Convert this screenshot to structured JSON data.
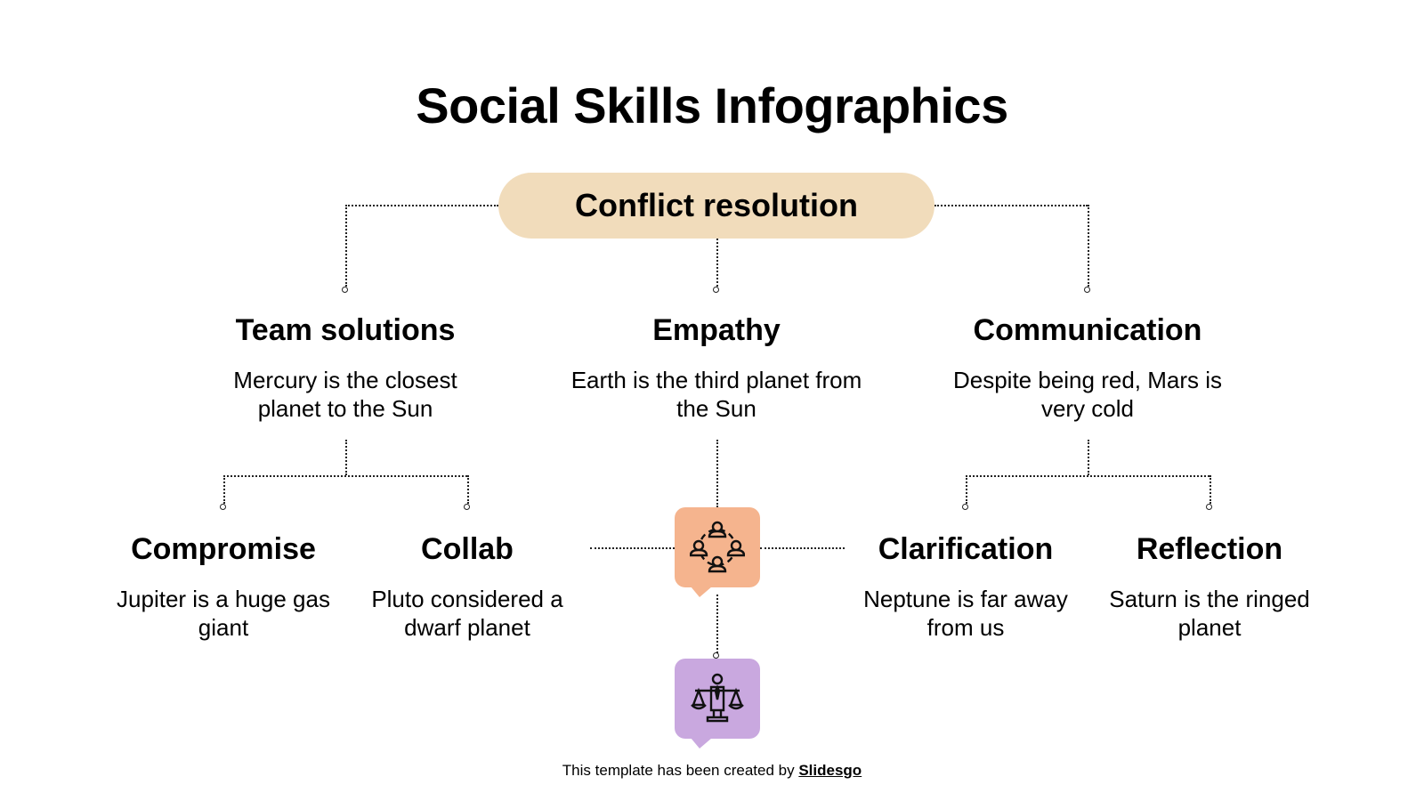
{
  "title": "Social Skills Infographics",
  "root": {
    "label": "Conflict resolution",
    "color": "#f1dcbb"
  },
  "branches": [
    {
      "title": "Team solutions",
      "desc": "Mercury is the closest planet to the Sun"
    },
    {
      "title": "Empathy",
      "desc": "Earth is the third planet from the Sun"
    },
    {
      "title": "Communication",
      "desc": "Despite being red, Mars is very cold"
    }
  ],
  "leaves": [
    {
      "title": "Compromise",
      "desc": "Jupiter is a huge gas giant"
    },
    {
      "title": "Collab",
      "desc": "Pluto considered a dwarf planet"
    },
    {
      "title": "Clarification",
      "desc": "Neptune is far away from us"
    },
    {
      "title": "Reflection",
      "desc": "Saturn is the ringed planet"
    }
  ],
  "icons": [
    {
      "name": "team-network-icon",
      "color": "#f5b48e"
    },
    {
      "name": "justice-scale-icon",
      "color": "#c9a8df"
    }
  ],
  "footer": {
    "text": "This template has been created by ",
    "link": "Slidesgo"
  }
}
